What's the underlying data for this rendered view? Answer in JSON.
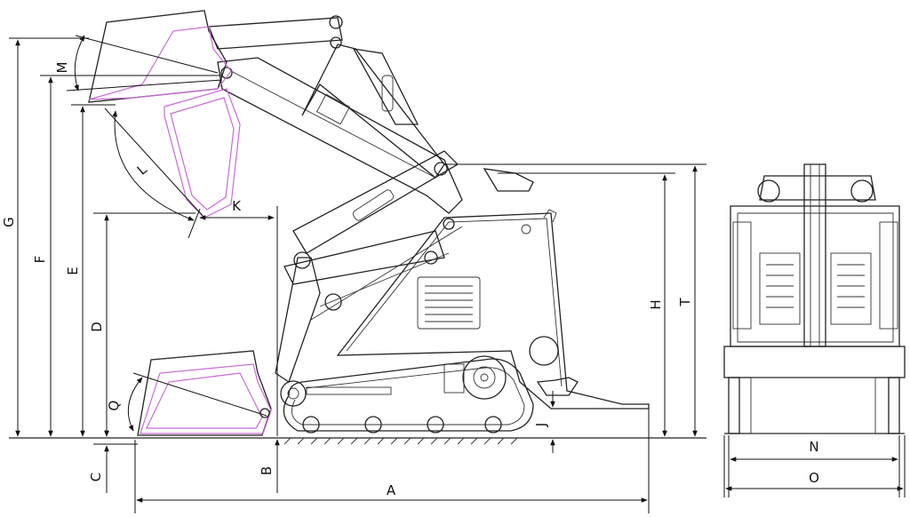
{
  "dimension_labels": {
    "A": "A",
    "B": "B",
    "C": "C",
    "D": "D",
    "E": "E",
    "F": "F",
    "G": "G",
    "H": "H",
    "J": "J",
    "K": "K",
    "L": "L",
    "M": "M",
    "N": "N",
    "O": "O",
    "Q": "Q",
    "T": "T"
  },
  "colors": {
    "line": "#222222",
    "bucket_outline": "#c86ad6",
    "background": "#ffffff"
  }
}
